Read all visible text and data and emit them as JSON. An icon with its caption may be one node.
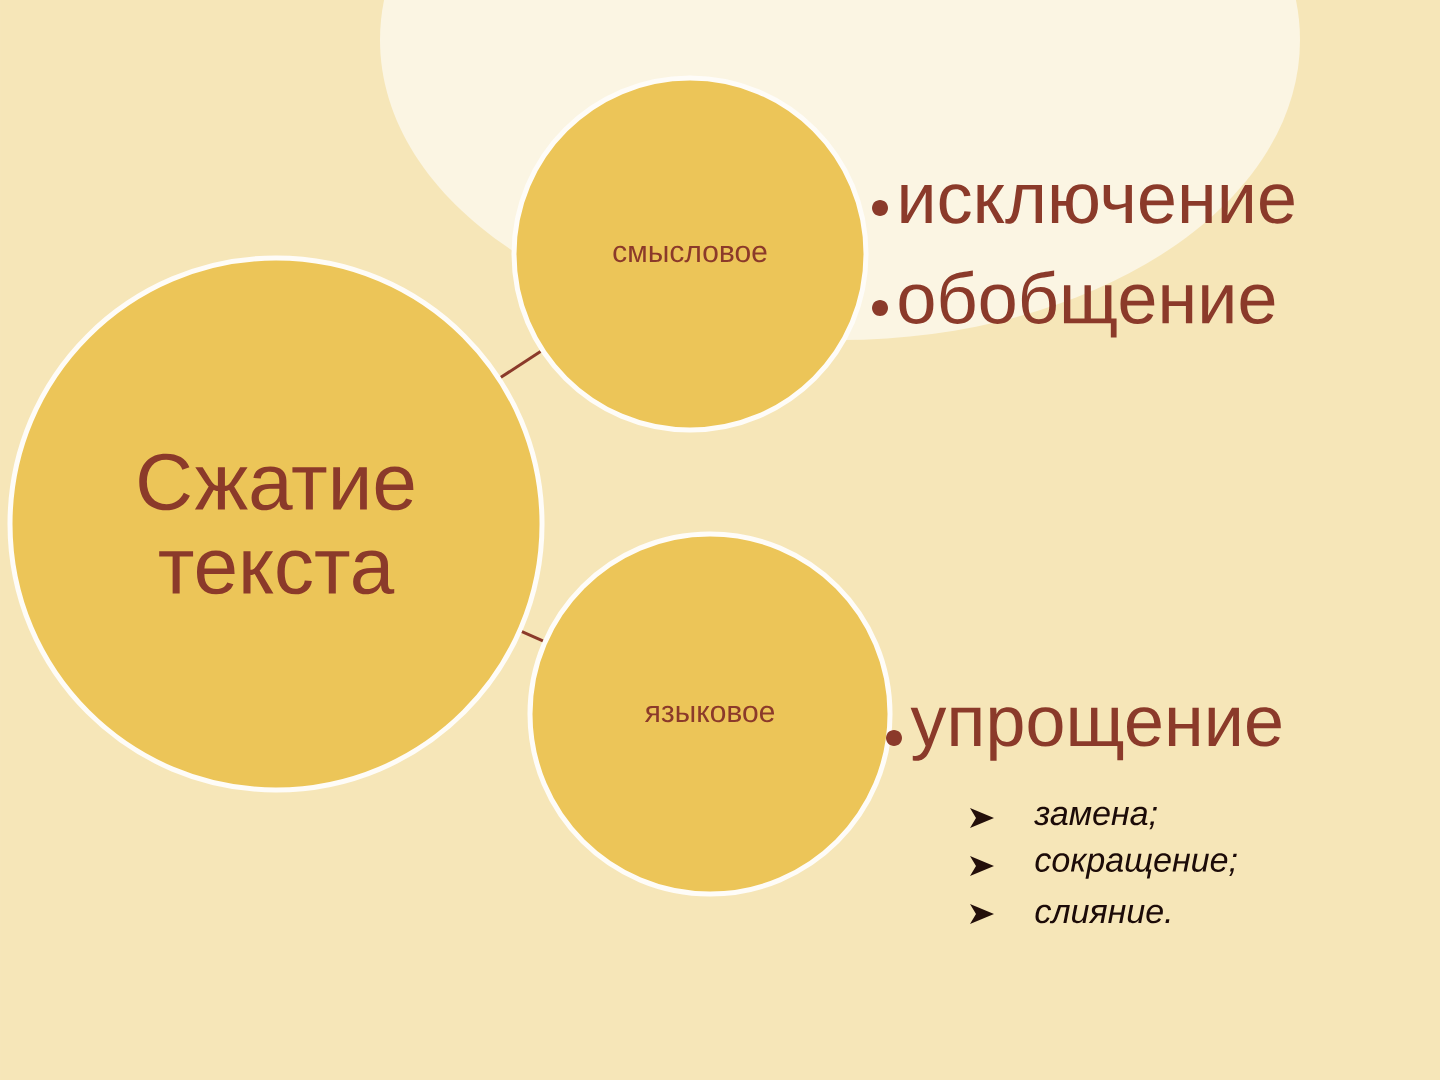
{
  "diagram": {
    "nodes": [
      {
        "text": [
          "Сжатие текста"
        ]
      },
      {
        "text": [
          "смысловое"
        ],
        "beside": [
          "исключение",
          "обобщение"
        ]
      },
      {
        "text": [
          "языковое"
        ],
        "beside": [
          "упрощение",
          "замена;",
          "сокращение;",
          "слияние."
        ]
      }
    ],
    "edges": [
      {
        "from": 0,
        "to": 1,
        "arrow": "none"
      },
      {
        "from": 0,
        "to": 2,
        "arrow": "none"
      }
    ]
  }
}
